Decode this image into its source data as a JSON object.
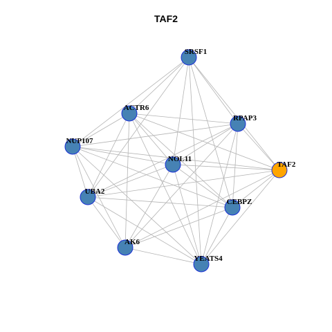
{
  "title": "TAF2",
  "colors": {
    "node_default": "#4682b4",
    "node_highlight": "#ffa500",
    "node_border": "#1a2fd6",
    "edge": "#b3b3b3"
  },
  "nodes": [
    {
      "id": "SRSF1",
      "label": "SRSF1",
      "highlight": false
    },
    {
      "id": "ACTR6",
      "label": "ACTR6",
      "highlight": false
    },
    {
      "id": "RPAP3",
      "label": "RPAP3",
      "highlight": false
    },
    {
      "id": "NUP107",
      "label": "NUP107",
      "highlight": false
    },
    {
      "id": "NOL11",
      "label": "NOL11",
      "highlight": false
    },
    {
      "id": "TAF2",
      "label": "TAF2",
      "highlight": true
    },
    {
      "id": "UBA2",
      "label": "UBA2",
      "highlight": false
    },
    {
      "id": "CEBPZ",
      "label": "CEBPZ",
      "highlight": false
    },
    {
      "id": "AK6",
      "label": "AK6",
      "highlight": false
    },
    {
      "id": "YEATS4",
      "label": "YEATS4",
      "highlight": false
    }
  ],
  "edges": [
    [
      "SRSF1",
      "ACTR6"
    ],
    [
      "SRSF1",
      "RPAP3"
    ],
    [
      "SRSF1",
      "NUP107"
    ],
    [
      "SRSF1",
      "NOL11"
    ],
    [
      "SRSF1",
      "TAF2"
    ],
    [
      "SRSF1",
      "UBA2"
    ],
    [
      "SRSF1",
      "CEBPZ"
    ],
    [
      "SRSF1",
      "YEATS4"
    ],
    [
      "ACTR6",
      "RPAP3"
    ],
    [
      "ACTR6",
      "NUP107"
    ],
    [
      "ACTR6",
      "NOL11"
    ],
    [
      "ACTR6",
      "TAF2"
    ],
    [
      "ACTR6",
      "UBA2"
    ],
    [
      "ACTR6",
      "CEBPZ"
    ],
    [
      "ACTR6",
      "AK6"
    ],
    [
      "ACTR6",
      "YEATS4"
    ],
    [
      "RPAP3",
      "NUP107"
    ],
    [
      "RPAP3",
      "NOL11"
    ],
    [
      "RPAP3",
      "TAF2"
    ],
    [
      "RPAP3",
      "UBA2"
    ],
    [
      "RPAP3",
      "CEBPZ"
    ],
    [
      "RPAP3",
      "AK6"
    ],
    [
      "RPAP3",
      "YEATS4"
    ],
    [
      "NUP107",
      "NOL11"
    ],
    [
      "NUP107",
      "TAF2"
    ],
    [
      "NUP107",
      "UBA2"
    ],
    [
      "NUP107",
      "CEBPZ"
    ],
    [
      "NUP107",
      "AK6"
    ],
    [
      "NUP107",
      "YEATS4"
    ],
    [
      "NOL11",
      "TAF2"
    ],
    [
      "NOL11",
      "UBA2"
    ],
    [
      "NOL11",
      "CEBPZ"
    ],
    [
      "NOL11",
      "AK6"
    ],
    [
      "NOL11",
      "YEATS4"
    ],
    [
      "TAF2",
      "UBA2"
    ],
    [
      "TAF2",
      "CEBPZ"
    ],
    [
      "TAF2",
      "AK6"
    ],
    [
      "TAF2",
      "YEATS4"
    ],
    [
      "UBA2",
      "CEBPZ"
    ],
    [
      "UBA2",
      "AK6"
    ],
    [
      "UBA2",
      "YEATS4"
    ],
    [
      "CEBPZ",
      "AK6"
    ],
    [
      "CEBPZ",
      "YEATS4"
    ],
    [
      "AK6",
      "YEATS4"
    ]
  ]
}
